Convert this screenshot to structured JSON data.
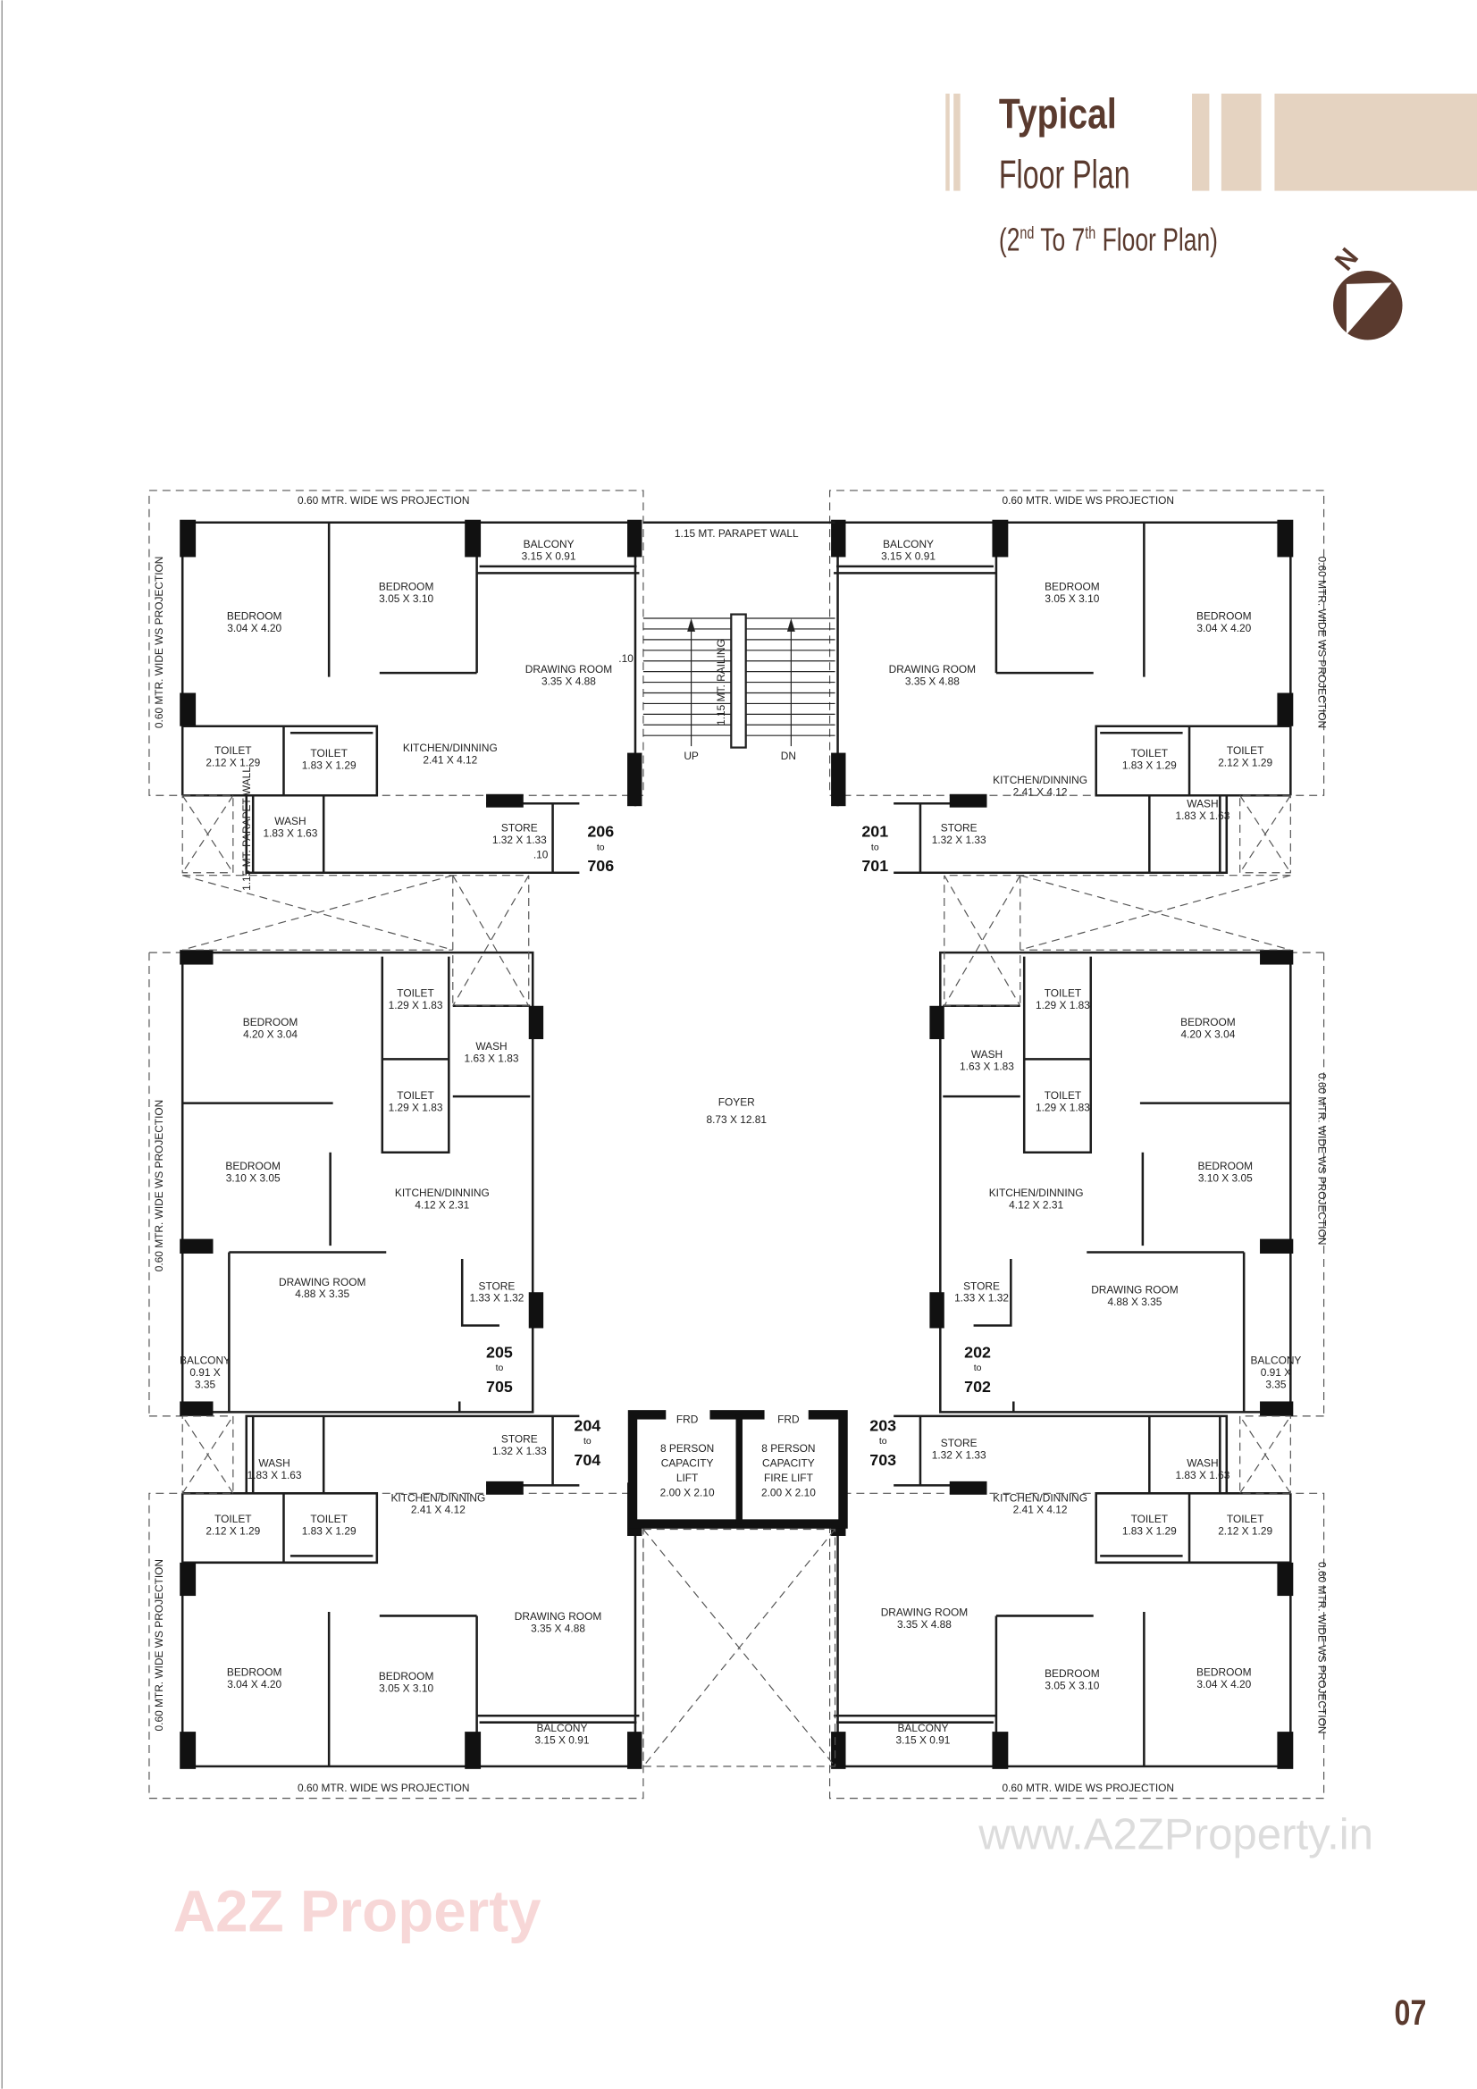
{
  "header": {
    "title_bold": "Typical",
    "title": "Floor Plan",
    "subtitle": {
      "pre": "(2",
      "sup1": "nd",
      "mid": " To 7",
      "sup2": "th",
      "post": " Floor Plan)"
    },
    "accent_color": "#5a3a2e",
    "band_color": "#e5d3c1"
  },
  "compass": {
    "label": "N",
    "icon": "north-arrow-icon"
  },
  "plan": {
    "projection_label": "0.60 MTR. WIDE WS PROJECTION",
    "parapet_wall": "1.15 MT. PARAPET WALL",
    "side_parapet_wall": "1.15 MT. PARAPET WALL",
    "railing": "1.15 MT. RAILING",
    "stair_up": "UP",
    "stair_down": "DN",
    "dim_note": ".10",
    "foyer": {
      "name": "FOYER",
      "size": "8.73  X 12.81"
    },
    "lifts": [
      {
        "door": "FRD",
        "lines": [
          "8 PERSON",
          "CAPACITY",
          "LIFT",
          "2.00 X 2.10"
        ]
      },
      {
        "door": "FRD",
        "lines": [
          "8 PERSON",
          "CAPACITY",
          "FIRE LIFT",
          "2.00 X 2.10"
        ]
      }
    ],
    "units": [
      {
        "from": "206",
        "to": "to",
        "until": "706",
        "rooms": [
          {
            "name": "BEDROOM",
            "size": "3.04 X 4.20"
          },
          {
            "name": "BEDROOM",
            "size": "3.05 X 3.10"
          },
          {
            "name": "BALCONY",
            "size": "3.15 X 0.91"
          },
          {
            "name": "DRAWING ROOM",
            "size": "3.35 X 4.88"
          },
          {
            "name": "TOILET",
            "size": "2.12 X 1.29"
          },
          {
            "name": "TOILET",
            "size": "1.83 X 1.29"
          },
          {
            "name": "KITCHEN/DINNING",
            "size": "2.41 X 4.12"
          },
          {
            "name": "WASH",
            "size": "1.83 X 1.63"
          },
          {
            "name": "STORE",
            "size": "1.32 X 1.33"
          }
        ]
      },
      {
        "from": "201",
        "to": "to",
        "until": "701",
        "rooms": [
          {
            "name": "BEDROOM",
            "size": "3.04 X 4.20"
          },
          {
            "name": "BEDROOM",
            "size": "3.05 X 3.10"
          },
          {
            "name": "BALCONY",
            "size": "3.15 X 0.91"
          },
          {
            "name": "DRAWING ROOM",
            "size": "3.35 X 4.88"
          },
          {
            "name": "TOILET",
            "size": "2.12 X 1.29"
          },
          {
            "name": "TOILET",
            "size": "1.83 X 1.29"
          },
          {
            "name": "KITCHEN/DINNING",
            "size": "2.41 X 4.12"
          },
          {
            "name": "WASH",
            "size": "1.83 X 1.63"
          },
          {
            "name": "STORE",
            "size": "1.32 X 1.33"
          }
        ]
      },
      {
        "from": "205",
        "to": "to",
        "until": "705",
        "rooms": [
          {
            "name": "BEDROOM",
            "size": "4.20 X 3.04"
          },
          {
            "name": "TOILET",
            "size": "1.29 X 1.83"
          },
          {
            "name": "WASH",
            "size": "1.63 X 1.83"
          },
          {
            "name": "TOILET",
            "size": "1.29 X 1.83"
          },
          {
            "name": "BEDROOM",
            "size": "3.10 X 3.05"
          },
          {
            "name": "KITCHEN/DINNING",
            "size": "4.12 X 2.31"
          },
          {
            "name": "DRAWING ROOM",
            "size": "4.88 X 3.35"
          },
          {
            "name": "STORE",
            "size": "1.33 X 1.32"
          },
          {
            "name": "BALCONY",
            "size": "0.91 X",
            "size2": "3.35"
          }
        ]
      },
      {
        "from": "202",
        "to": "to",
        "until": "702",
        "rooms": [
          {
            "name": "BEDROOM",
            "size": "4.20 X 3.04"
          },
          {
            "name": "TOILET",
            "size": "1.29 X 1.83"
          },
          {
            "name": "WASH",
            "size": "1.63 X 1.83"
          },
          {
            "name": "TOILET",
            "size": "1.29 X 1.83"
          },
          {
            "name": "BEDROOM",
            "size": "3.10 X 3.05"
          },
          {
            "name": "KITCHEN/DINNING",
            "size": "4.12 X 2.31"
          },
          {
            "name": "DRAWING ROOM",
            "size": "4.88 X 3.35"
          },
          {
            "name": "STORE",
            "size": "1.33 X 1.32"
          },
          {
            "name": "BALCONY",
            "size": "0.91 X",
            "size2": "3.35"
          }
        ]
      },
      {
        "from": "204",
        "to": "to",
        "until": "704",
        "rooms": [
          {
            "name": "BEDROOM",
            "size": "3.04 X 4.20"
          },
          {
            "name": "BEDROOM",
            "size": "3.05 X 3.10"
          },
          {
            "name": "BALCONY",
            "size": "3.15 X 0.91"
          },
          {
            "name": "DRAWING ROOM",
            "size": "3.35 X 4.88"
          },
          {
            "name": "TOILET",
            "size": "2.12 X 1.29"
          },
          {
            "name": "TOILET",
            "size": "1.83 X 1.29"
          },
          {
            "name": "KITCHEN/DINNING",
            "size": "2.41 X 4.12"
          },
          {
            "name": "WASH",
            "size": "1.83 X 1.63"
          },
          {
            "name": "STORE",
            "size": "1.32 X 1.33"
          }
        ]
      },
      {
        "from": "203",
        "to": "to",
        "until": "703",
        "rooms": [
          {
            "name": "BEDROOM",
            "size": "3.04 X 4.20"
          },
          {
            "name": "BEDROOM",
            "size": "3.05 X 3.10"
          },
          {
            "name": "BALCONY",
            "size": "3.15 X 0.91"
          },
          {
            "name": "DRAWING ROOM",
            "size": "3.35 X 4.88"
          },
          {
            "name": "TOILET",
            "size": "2.12 X 1.29"
          },
          {
            "name": "TOILET",
            "size": "1.83 X 1.29"
          },
          {
            "name": "KITCHEN/DINNING",
            "size": "2.41 X 4.12"
          },
          {
            "name": "WASH",
            "size": "1.83 X 1.63"
          },
          {
            "name": "STORE",
            "size": "1.32 X 1.33"
          }
        ]
      }
    ]
  },
  "watermark": {
    "logo": "A2Z Property",
    "url_text": "www.A2ZProperty.in"
  },
  "page_number": "07"
}
